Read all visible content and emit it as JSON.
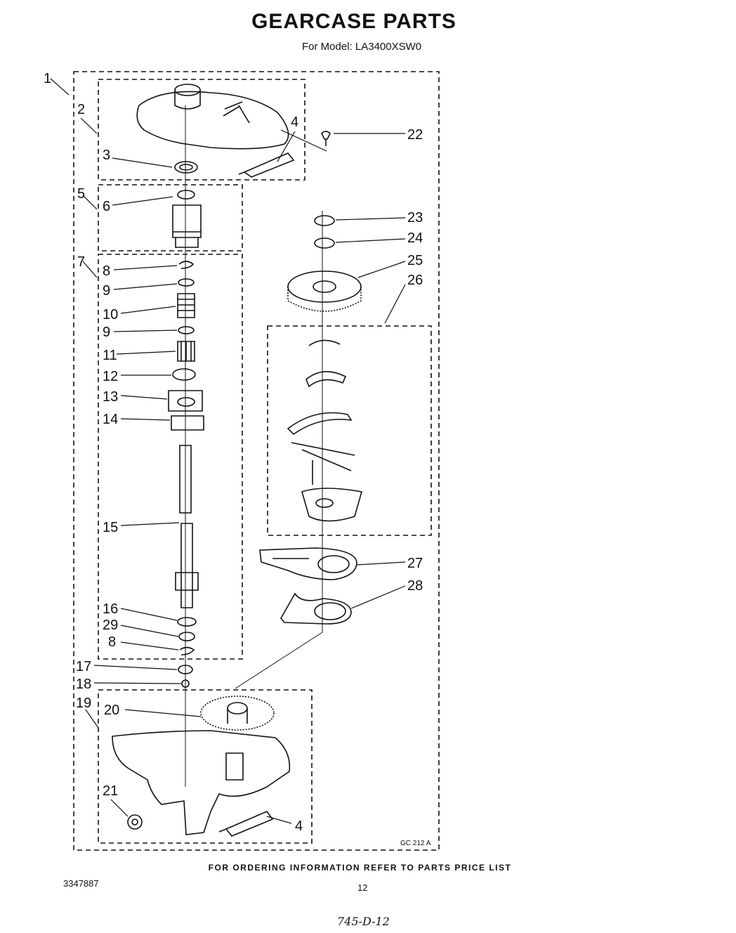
{
  "header": {
    "title": "GEARCASE PARTS",
    "model_label": "For Model:",
    "model_number": "LA3400XSW0"
  },
  "callouts": [
    "1",
    "2",
    "3",
    "4",
    "5",
    "6",
    "7",
    "8",
    "9",
    "10",
    "9",
    "11",
    "12",
    "13",
    "14",
    "15",
    "16",
    "29",
    "8",
    "17",
    "18",
    "19",
    "20",
    "21",
    "4",
    "22",
    "23",
    "24",
    "25",
    "26",
    "27",
    "28"
  ],
  "drawing_code": "GC 212 A",
  "footer": {
    "ordering_info": "FOR ORDERING INFORMATION REFER TO PARTS PRICE LIST",
    "document_number": "3347887",
    "page_number": "12",
    "handwritten_note": "745-D-12"
  }
}
